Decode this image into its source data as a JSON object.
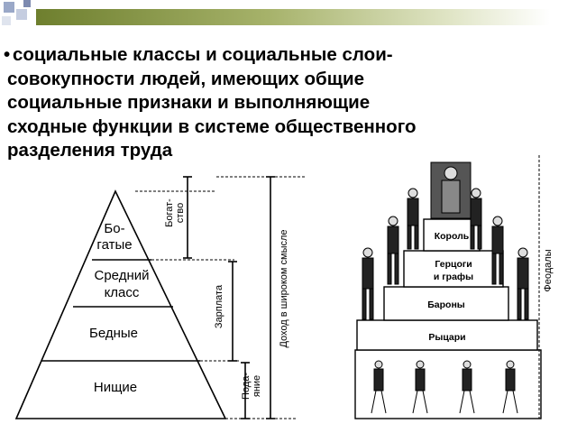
{
  "slide": {
    "bullet": "•",
    "lines": [
      "социальные классы и социальные слои-",
      "совокупности людей, имеющих общие",
      "социальные признаки и выполняющие",
      "сходные функции в системе общественного",
      "разделения труда"
    ]
  },
  "pyramid": {
    "levels": [
      "Бо-",
      "гатые",
      "Средний",
      "класс",
      "Бедные",
      "Нищие"
    ],
    "side_labels": {
      "wealth": [
        "Богат-",
        "ство"
      ],
      "salary": "Зарплата",
      "income": "Доход в широком смысле",
      "benefits": [
        "Пода-",
        "яние"
      ]
    }
  },
  "feudal": {
    "levels": [
      "Король",
      "Герцоги",
      "и графы",
      "Бароны",
      "Рыцари"
    ],
    "side_label": "Феодалы"
  },
  "colors": {
    "header_bar": "#6e7f2e",
    "accent_square": "#9aa8c8"
  }
}
